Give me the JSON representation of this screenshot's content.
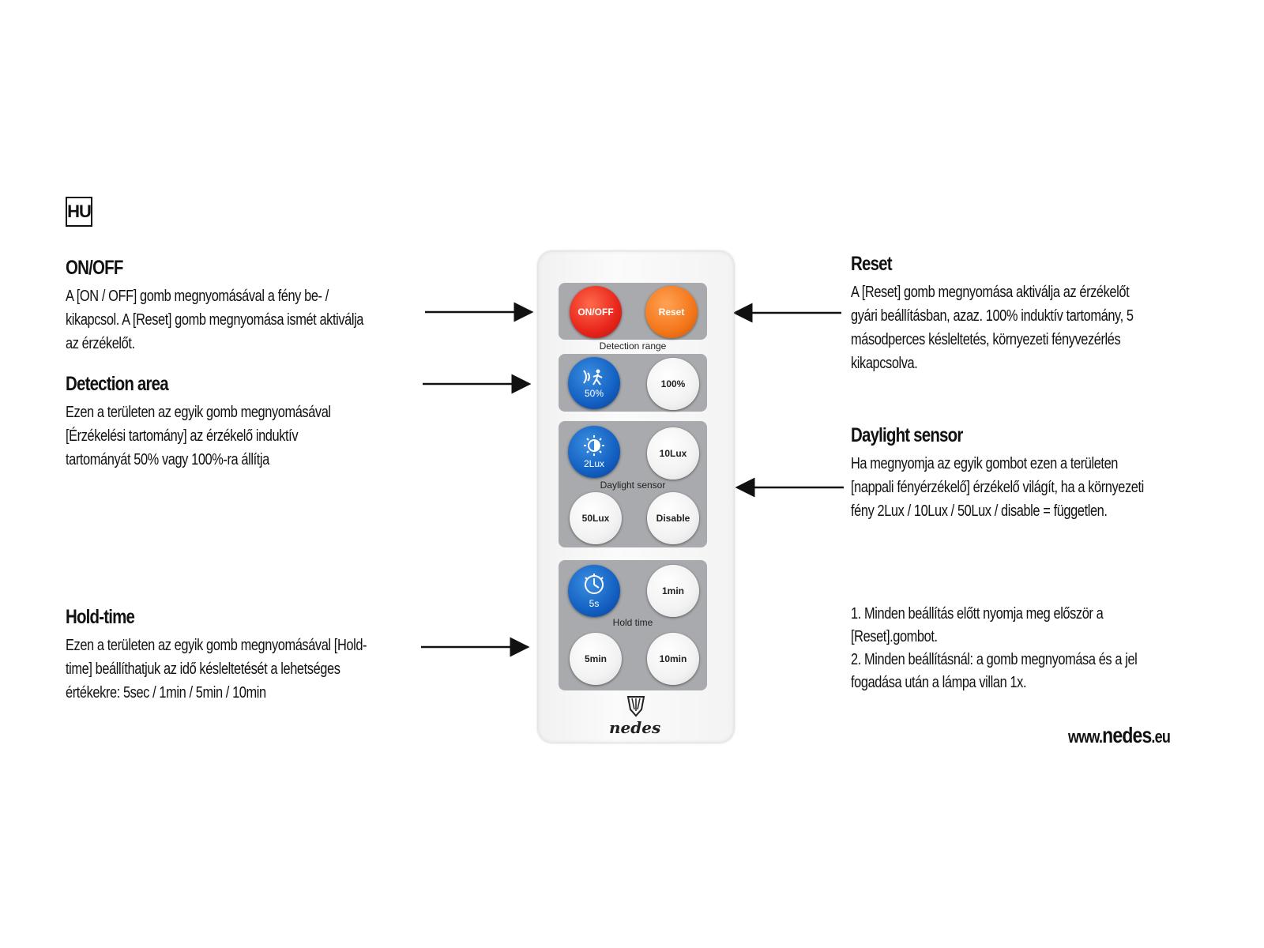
{
  "language_badge": "HU",
  "left": {
    "onoff": {
      "title": "ON/OFF",
      "lines": [
        "A [ON / OFF] gomb megnyomásával a fény be- /",
        "kikapcsol. A [Reset] gomb megnyomása ismét aktiválja",
        "az érzékelőt."
      ]
    },
    "detection": {
      "title": "Detection area",
      "lines": [
        "Ezen a területen az egyik gomb megnyomásával",
        "[Érzékelési tartomány] az érzékelő induktív",
        "tartományát 50% vagy 100%-ra  állítja"
      ]
    },
    "holdtime": {
      "title": "Hold-time",
      "lines": [
        "Ezen a területen az egyik gomb megnyomásával [Hold-",
        "time] beállíthatjuk az idő késleltetését a lehetséges",
        "értékekre: 5sec / 1min / 5min / 10min"
      ]
    }
  },
  "right": {
    "reset": {
      "title": "Reset",
      "lines": [
        "A [Reset] gomb megnyomása aktiválja az érzékelőt",
        "gyári beállításban, azaz. 100% induktív tartomány, 5",
        "másodperces késleltetés, környezeti fényvezérlés",
        "kikapcsolva."
      ]
    },
    "daylight": {
      "title": "Daylight sensor",
      "lines": [
        "Ha megnyomja az egyik gombot ezen a területen",
        "[nappali fényérzékelő] érzékelő világít, ha a környezeti",
        "fény 2Lux / 10Lux / 50Lux / disable = független."
      ]
    },
    "notes": {
      "lines": [
        "1. Minden beállítás előtt nyomja meg először a",
        "[Reset].gombot.",
        "2. Minden beállításnál: a gomb megnyomása és a jel",
        "fogadása után a lámpa villan 1x."
      ]
    }
  },
  "website": {
    "prefix": "www.",
    "brand": "nedes",
    "suffix": ".eu"
  },
  "remote": {
    "onoff": "ON/OFF",
    "reset": "Reset",
    "detection_range_label": "Detection range",
    "range_50": "50%",
    "range_100": "100%",
    "lux_2": "2Lux",
    "lux_10": "10Lux",
    "daylight_label": "Daylight sensor",
    "lux_50": "50Lux",
    "disable": "Disable",
    "hold_5s": "5s",
    "hold_1min": "1min",
    "hold_label": "Hold time",
    "hold_5min": "5min",
    "hold_10min": "10min",
    "logo_text": "nedes"
  },
  "colors": {
    "red_button": "#e8251b",
    "orange_button": "#f4761a",
    "blue_button": "#1360c2",
    "panel_gray": "#a8aaad"
  },
  "icons": [
    "motion-sensor-icon",
    "sun-icon",
    "clock-icon",
    "nedes-logo-icon",
    "arrow-right-icon",
    "arrow-left-icon"
  ]
}
